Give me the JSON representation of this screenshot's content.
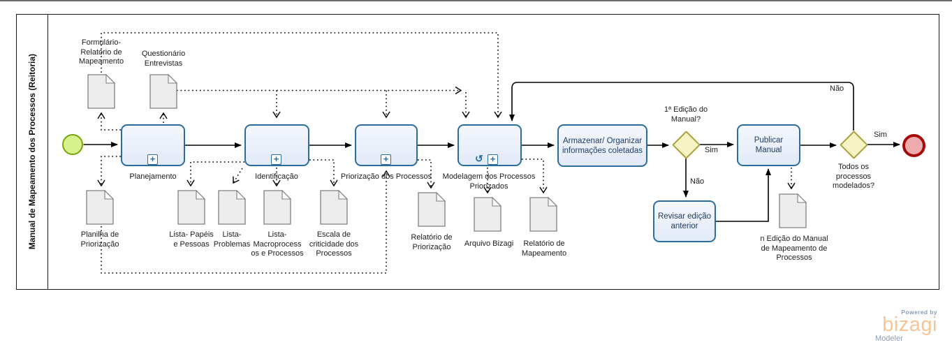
{
  "lane": {
    "title": "Manual de Mapeamento dos Processos (Reitoria)"
  },
  "tasks": {
    "planejamento": {
      "label": "Planejamento"
    },
    "identificacao": {
      "label": "Identificação"
    },
    "priorizacao": {
      "label": "Priorização dos Processos"
    },
    "modelagem": {
      "label": "Modelagem dos Processos\nPriorizados"
    },
    "armazenar": {
      "label": "Armazenar/ Organizar\ninformações coletadas"
    },
    "publicar": {
      "label": "Publicar\nManual"
    },
    "revisar": {
      "label": "Revisar edição\nanterior"
    }
  },
  "gateways": {
    "g1": {
      "label": "1ª Edição do\nManual?",
      "yes": "Sim",
      "no": "Não"
    },
    "g2": {
      "label": "Todos os\nprocessos\nmodelados?",
      "yes": "Sim",
      "no": "Não"
    }
  },
  "documents": {
    "formulario": {
      "label": "Formulário-\nRelatório de\nMapeamento"
    },
    "questionario": {
      "label": "Questionário\nEntrevistas"
    },
    "planilha": {
      "label": "Planilha de\nPriorização"
    },
    "lista_papeis": {
      "label": "Lista- Papéis\ne Pessoas"
    },
    "lista_problemas": {
      "label": "Lista-\nProblemas"
    },
    "lista_macro": {
      "label": "Lista-\nMacroprocess\nos e Processos"
    },
    "escala": {
      "label": "Escala de\ncriticidade dos\nProcessos"
    },
    "rel_priorizacao": {
      "label": "Relatório de\nPriorização"
    },
    "arquivo_bizagi": {
      "label": "Arquivo Bizagi"
    },
    "rel_mapeamento": {
      "label": "Relatório de\nMapeamento"
    },
    "n_edicao": {
      "label": "n Edição do Manual\nde Mapeamento de\nProcessos"
    }
  },
  "icons": {
    "subprocess_plus": "+",
    "loop": "↺"
  },
  "branding": {
    "powered_by": "Powered by",
    "brand": "bizagi",
    "product": "Modeler"
  },
  "colors": {
    "task_border": "#2A6DA0",
    "task_fill": "#E8EFFA",
    "task_text": "#1F3C61",
    "gateway_fill": "#F7F3C4",
    "gateway_border": "#ABA23C",
    "start_fill": "#D7F28C",
    "start_border": "#77A60C",
    "end_fill": "#EFABAB",
    "end_border": "#A50B0B",
    "doc_fill": "#EDEDED",
    "doc_border": "#7F7F7F",
    "connector": "#000000",
    "brand_orange": "#F7C493",
    "brand_gray": "#8B9CB7"
  }
}
